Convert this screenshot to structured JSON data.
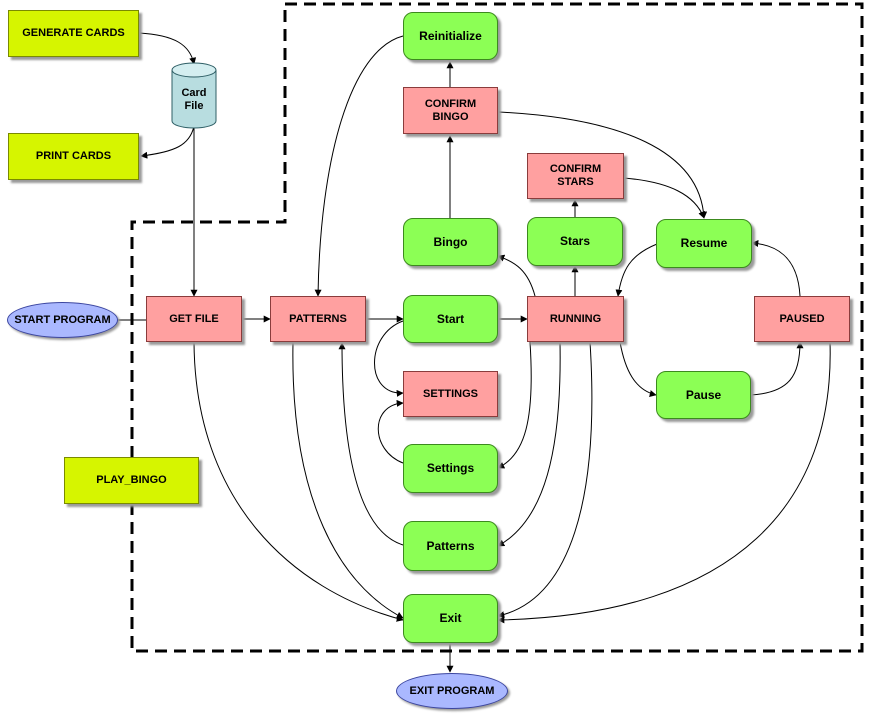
{
  "nodes": {
    "generate_cards": "GENERATE CARDS",
    "card_file": "Card\nFile",
    "print_cards": "PRINT CARDS",
    "start_program": "START PROGRAM",
    "get_file": "GET FILE",
    "patterns_state": "PATTERNS",
    "play_bingo": "PLAY_BINGO",
    "reinitialize": "Reinitialize",
    "confirm_bingo": "CONFIRM\nBINGO",
    "confirm_stars": "CONFIRM\nSTARS",
    "bingo": "Bingo",
    "stars": "Stars",
    "resume": "Resume",
    "start": "Start",
    "running": "RUNNING",
    "paused": "PAUSED",
    "settings_state": "SETTINGS",
    "pause": "Pause",
    "settings": "Settings",
    "patterns": "Patterns",
    "exit": "Exit",
    "exit_program": "EXIT PROGRAM"
  },
  "colors": {
    "process": "#d6f500",
    "action": "#8cff55",
    "state": "#ffa0a0",
    "terminal": "#aab8ff",
    "storage": "#b8dde0",
    "boundary": "#000000"
  }
}
